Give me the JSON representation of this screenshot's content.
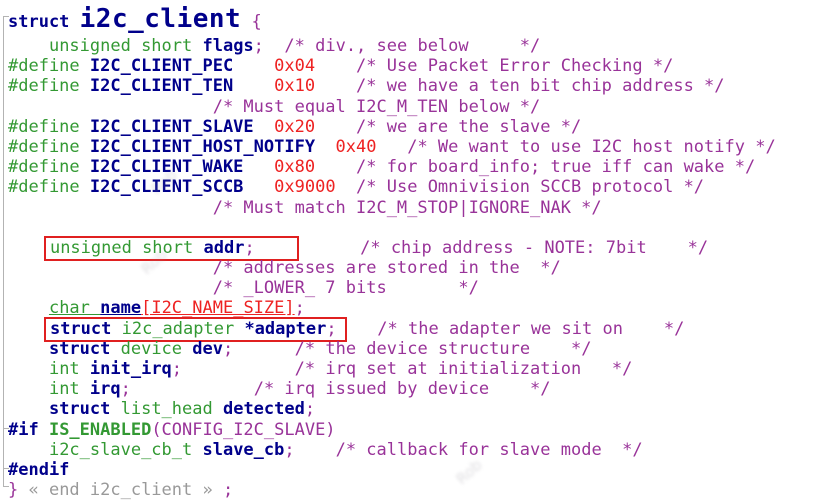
{
  "editor": {
    "language": "c",
    "title_line": {
      "keyword": "struct ",
      "struct_name": "i2c_client",
      "open_brace": " {"
    },
    "end_annotation": "« end i2c_client »",
    "accent_colors": {
      "keyword_green": "#339933",
      "identifier_navy": "#00008B",
      "number_red": "#EE2222",
      "comment_purple": "#993399",
      "highlight_box_red": "#E02020",
      "guide_gray": "#b3b3b3"
    },
    "watermark_text": "Rob",
    "lines": [
      {
        "segs": [
          {
            "t": "    ",
            "c": "pl"
          },
          {
            "t": "unsigned short ",
            "c": "g"
          },
          {
            "t": "flags",
            "c": "b"
          },
          {
            "t": ";",
            "c": "p"
          },
          {
            "t": "  ",
            "c": "pl"
          },
          {
            "t": "/* div., see below     */",
            "c": "p"
          }
        ]
      },
      {
        "segs": [
          {
            "t": "#define ",
            "c": "g"
          },
          {
            "t": "I2C_CLIENT_PEC",
            "c": "b"
          },
          {
            "t": "    ",
            "c": "pl"
          },
          {
            "t": "0x04",
            "c": "r"
          },
          {
            "t": "    ",
            "c": "pl"
          },
          {
            "t": "/* Use Packet Error Checking */",
            "c": "p"
          }
        ]
      },
      {
        "segs": [
          {
            "t": "#define ",
            "c": "g"
          },
          {
            "t": "I2C_CLIENT_TEN",
            "c": "b"
          },
          {
            "t": "    ",
            "c": "pl"
          },
          {
            "t": "0x10",
            "c": "r"
          },
          {
            "t": "    ",
            "c": "pl"
          },
          {
            "t": "/* we have a ten bit chip address */",
            "c": "p"
          }
        ]
      },
      {
        "segs": [
          {
            "t": "                    ",
            "c": "pl"
          },
          {
            "t": "/* Must equal I2C_M_TEN below */",
            "c": "p"
          }
        ]
      },
      {
        "segs": [
          {
            "t": "#define ",
            "c": "g"
          },
          {
            "t": "I2C_CLIENT_SLAVE",
            "c": "b"
          },
          {
            "t": "  ",
            "c": "pl"
          },
          {
            "t": "0x20",
            "c": "r"
          },
          {
            "t": "    ",
            "c": "pl"
          },
          {
            "t": "/* we are the slave */",
            "c": "p"
          }
        ]
      },
      {
        "segs": [
          {
            "t": "#define ",
            "c": "g"
          },
          {
            "t": "I2C_CLIENT_HOST_NOTIFY",
            "c": "b"
          },
          {
            "t": "  ",
            "c": "pl"
          },
          {
            "t": "0x40",
            "c": "r"
          },
          {
            "t": "   ",
            "c": "pl"
          },
          {
            "t": "/* We want to use I2C host notify */",
            "c": "p"
          }
        ]
      },
      {
        "segs": [
          {
            "t": "#define ",
            "c": "g"
          },
          {
            "t": "I2C_CLIENT_WAKE",
            "c": "b"
          },
          {
            "t": "   ",
            "c": "pl"
          },
          {
            "t": "0x80",
            "c": "r"
          },
          {
            "t": "    ",
            "c": "pl"
          },
          {
            "t": "/* for board_info; true iff can wake */",
            "c": "p"
          }
        ]
      },
      {
        "segs": [
          {
            "t": "#define ",
            "c": "g"
          },
          {
            "t": "I2C_CLIENT_SCCB",
            "c": "b"
          },
          {
            "t": "   ",
            "c": "pl"
          },
          {
            "t": "0x9000",
            "c": "r"
          },
          {
            "t": "  ",
            "c": "pl"
          },
          {
            "t": "/* Use Omnivision SCCB protocol */",
            "c": "p"
          }
        ]
      },
      {
        "segs": [
          {
            "t": "                    ",
            "c": "pl"
          },
          {
            "t": "/* Must match I2C_M_STOP|IGNORE_NAK */",
            "c": "p"
          }
        ]
      },
      {
        "segs": []
      },
      {
        "box": [
          1,
          3
        ],
        "box_pad": 42,
        "segs": [
          {
            "t": "    ",
            "c": "pl"
          },
          {
            "t": "unsigned short ",
            "c": "g"
          },
          {
            "t": "addr",
            "c": "b"
          },
          {
            "t": ";",
            "c": "p"
          },
          {
            "t": "      ",
            "c": "pl"
          },
          {
            "t": "/* chip address - NOTE: 7bit    */",
            "c": "p"
          }
        ]
      },
      {
        "segs": [
          {
            "t": "                    ",
            "c": "pl"
          },
          {
            "t": "/* addresses are stored in the  */",
            "c": "p"
          }
        ]
      },
      {
        "segs": [
          {
            "t": "                    ",
            "c": "pl"
          },
          {
            "t": "/* _LOWER_ 7 bits       */",
            "c": "p"
          }
        ]
      },
      {
        "segs": [
          {
            "t": "    ",
            "c": "pl"
          },
          {
            "t": "char ",
            "c": "g u"
          },
          {
            "t": "name",
            "c": "b u"
          },
          {
            "t": "[I2C_NAME_SIZE]",
            "c": "r u"
          },
          {
            "t": ";",
            "c": "p"
          }
        ]
      },
      {
        "box": [
          1,
          4
        ],
        "box_pad": 8,
        "segs": [
          {
            "t": "    ",
            "c": "pl"
          },
          {
            "t": "struct ",
            "c": "b"
          },
          {
            "t": "i2c_adapter ",
            "c": "g"
          },
          {
            "t": "*adapter",
            "c": "b"
          },
          {
            "t": ";",
            "c": "p"
          },
          {
            "t": "   ",
            "c": "pl"
          },
          {
            "t": "/* the adapter we sit on    */",
            "c": "p"
          }
        ]
      },
      {
        "segs": [
          {
            "t": "    ",
            "c": "pl"
          },
          {
            "t": "struct ",
            "c": "b"
          },
          {
            "t": "device ",
            "c": "g"
          },
          {
            "t": "dev",
            "c": "b"
          },
          {
            "t": ";",
            "c": "p"
          },
          {
            "t": "      ",
            "c": "pl"
          },
          {
            "t": "/* the device structure    */",
            "c": "p"
          }
        ]
      },
      {
        "segs": [
          {
            "t": "    ",
            "c": "pl"
          },
          {
            "t": "int ",
            "c": "g"
          },
          {
            "t": "init_irq",
            "c": "b"
          },
          {
            "t": ";",
            "c": "p"
          },
          {
            "t": "           ",
            "c": "pl"
          },
          {
            "t": "/* irq set at initialization   */",
            "c": "p"
          }
        ]
      },
      {
        "segs": [
          {
            "t": "    ",
            "c": "pl"
          },
          {
            "t": "int ",
            "c": "g"
          },
          {
            "t": "irq",
            "c": "b"
          },
          {
            "t": ";",
            "c": "p"
          },
          {
            "t": "            ",
            "c": "pl"
          },
          {
            "t": "/* irq issued by device    */",
            "c": "p"
          }
        ]
      },
      {
        "segs": [
          {
            "t": "    ",
            "c": "pl"
          },
          {
            "t": "struct ",
            "c": "b"
          },
          {
            "t": "list_head ",
            "c": "g"
          },
          {
            "t": "detected",
            "c": "b"
          },
          {
            "t": ";",
            "c": "p"
          }
        ]
      },
      {
        "segs": [
          {
            "t": "#if ",
            "c": "b"
          },
          {
            "t": "IS_ENABLED",
            "c": "gb"
          },
          {
            "t": "(CONFIG_I2C_SLAVE)",
            "c": "p"
          }
        ]
      },
      {
        "segs": [
          {
            "t": "    ",
            "c": "pl"
          },
          {
            "t": "i2c_slave_cb_t ",
            "c": "g"
          },
          {
            "t": "slave_cb",
            "c": "b"
          },
          {
            "t": ";",
            "c": "p"
          },
          {
            "t": "    ",
            "c": "pl"
          },
          {
            "t": "/* callback for slave mode  */",
            "c": "p"
          }
        ]
      },
      {
        "segs": [
          {
            "t": "#endif",
            "c": "b"
          }
        ]
      },
      {
        "segs": [
          {
            "t": "} ",
            "c": "p"
          },
          {
            "t": "« end i2c_client »",
            "c": "gy"
          },
          {
            "t": " ;",
            "c": "p"
          }
        ]
      }
    ]
  }
}
